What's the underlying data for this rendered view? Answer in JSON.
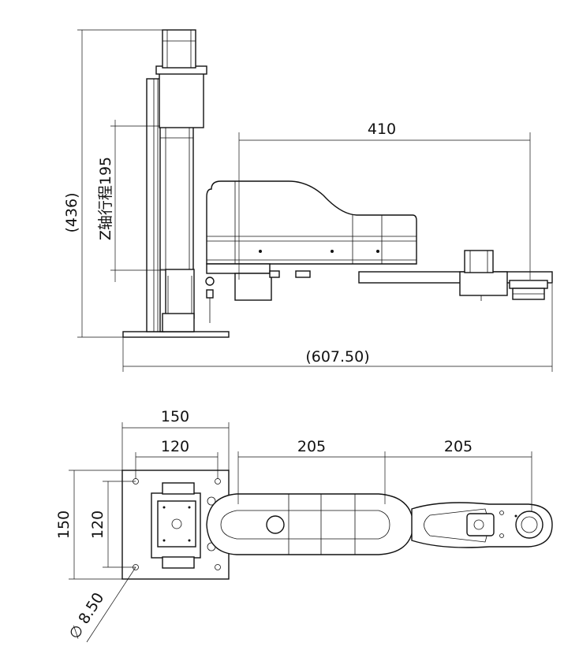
{
  "side_view": {
    "dim_reach": "410",
    "dim_overall_height": "(436)",
    "dim_z_stroke": "Z轴行程195",
    "dim_overall_length": "(607.50)"
  },
  "top_view": {
    "dim_base_width": "150",
    "dim_base_hole_pitch_x": "120",
    "dim_arm1": "205",
    "dim_arm2": "205",
    "dim_base_height": "150",
    "dim_base_hole_pitch_y": "120",
    "dim_hole_diameter": "∅ 8.50"
  },
  "colors": {
    "line": "#111111",
    "background": "#ffffff"
  }
}
